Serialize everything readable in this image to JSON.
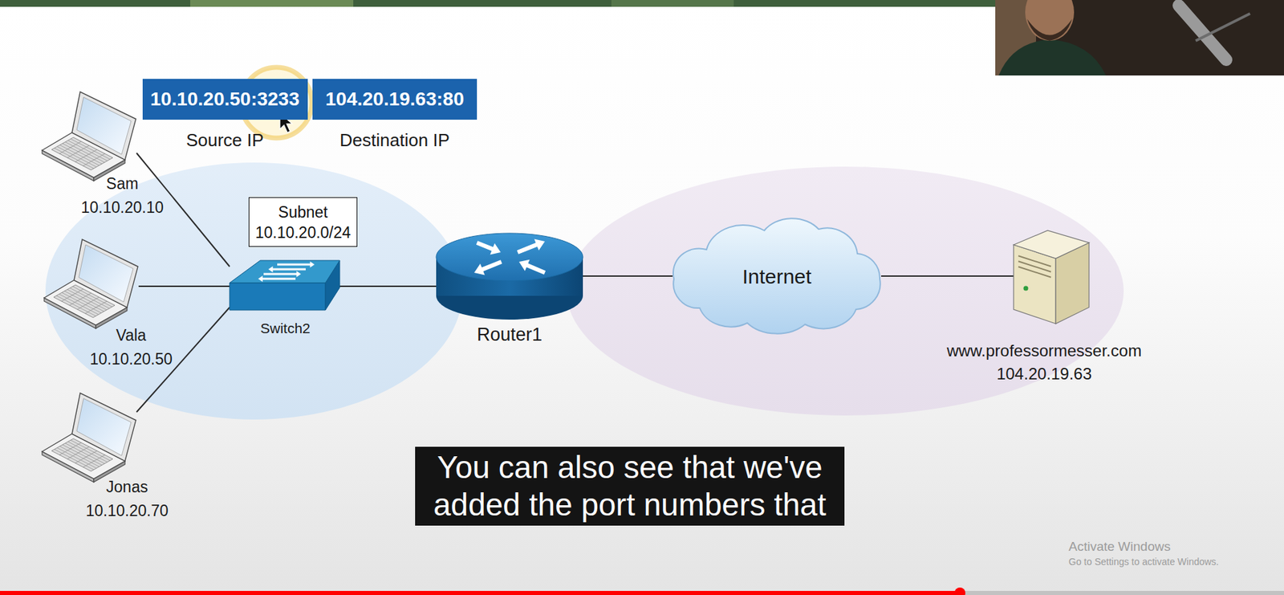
{
  "diagram": {
    "nodes": [
      {
        "text": [
          "10.10.20.50:3233",
          "Source IP"
        ]
      },
      {
        "text": [
          "104.20.19.63:80",
          "Destination IP"
        ]
      },
      {
        "text": [
          "Sam",
          "10.10.20.10"
        ]
      },
      {
        "text": [
          "Vala",
          "10.10.20.50"
        ]
      },
      {
        "text": [
          "Jonas",
          "10.10.20.70"
        ]
      },
      {
        "text": [
          "Subnet",
          "10.10.20.0/24"
        ]
      },
      {
        "text": [
          "Switch2"
        ]
      },
      {
        "text": [
          "Router1"
        ]
      },
      {
        "text": [
          "Internet"
        ]
      },
      {
        "text": [
          "www.professormesser.com",
          "104.20.19.63"
        ]
      }
    ],
    "edges": [
      {
        "from": 2,
        "to": 6,
        "arrow": "none"
      },
      {
        "from": 3,
        "to": 6,
        "arrow": "none"
      },
      {
        "from": 4,
        "to": 6,
        "arrow": "none"
      },
      {
        "from": 6,
        "to": 7,
        "arrow": "none"
      },
      {
        "from": 7,
        "to": 8,
        "arrow": "none"
      },
      {
        "from": 8,
        "to": 9,
        "arrow": "none"
      }
    ],
    "labels": [
      "You can also see that we've added the port numbers that",
      "Activate Windows",
      "Go to Settings to activate Windows."
    ]
  }
}
